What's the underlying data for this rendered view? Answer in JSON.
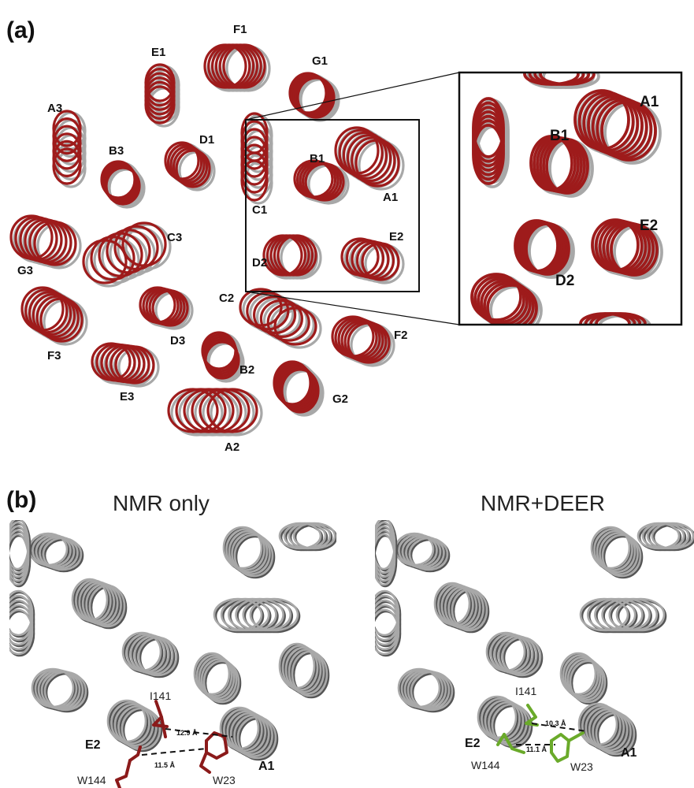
{
  "panel_a": {
    "letter": "(a)",
    "helix_labels": [
      "F1",
      "E1",
      "G1",
      "A3",
      "D1",
      "B3",
      "C1",
      "B1",
      "A1",
      "C3",
      "G3",
      "D2",
      "E2",
      "C2",
      "D3",
      "F3",
      "F2",
      "B2",
      "E3",
      "G2",
      "A2"
    ],
    "inset_labels": [
      "A1",
      "B1",
      "E2",
      "D2"
    ]
  },
  "panel_b": {
    "letter": "(b)",
    "left": {
      "title": "NMR only",
      "labels": {
        "i141": "I141",
        "e2": "E2",
        "a1": "A1",
        "w144": "W144",
        "w23": "W23"
      },
      "distances": {
        "upper": "12.9 Å",
        "lower": "11.5 Å"
      },
      "sidechain_color": "#8b1a1a"
    },
    "right": {
      "title": "NMR+DEER",
      "labels": {
        "i141": "I141",
        "e2": "E2",
        "a1": "A1",
        "w144": "W144",
        "w23": "W23"
      },
      "distances": {
        "upper": "10.3 Å",
        "lower": "11.1 Å"
      },
      "sidechain_color": "#6aaa2a"
    }
  },
  "colors": {
    "helix_red": "#9e1b1b",
    "helix_gray": "#a8a8a8",
    "helix_dark": "#555555"
  }
}
